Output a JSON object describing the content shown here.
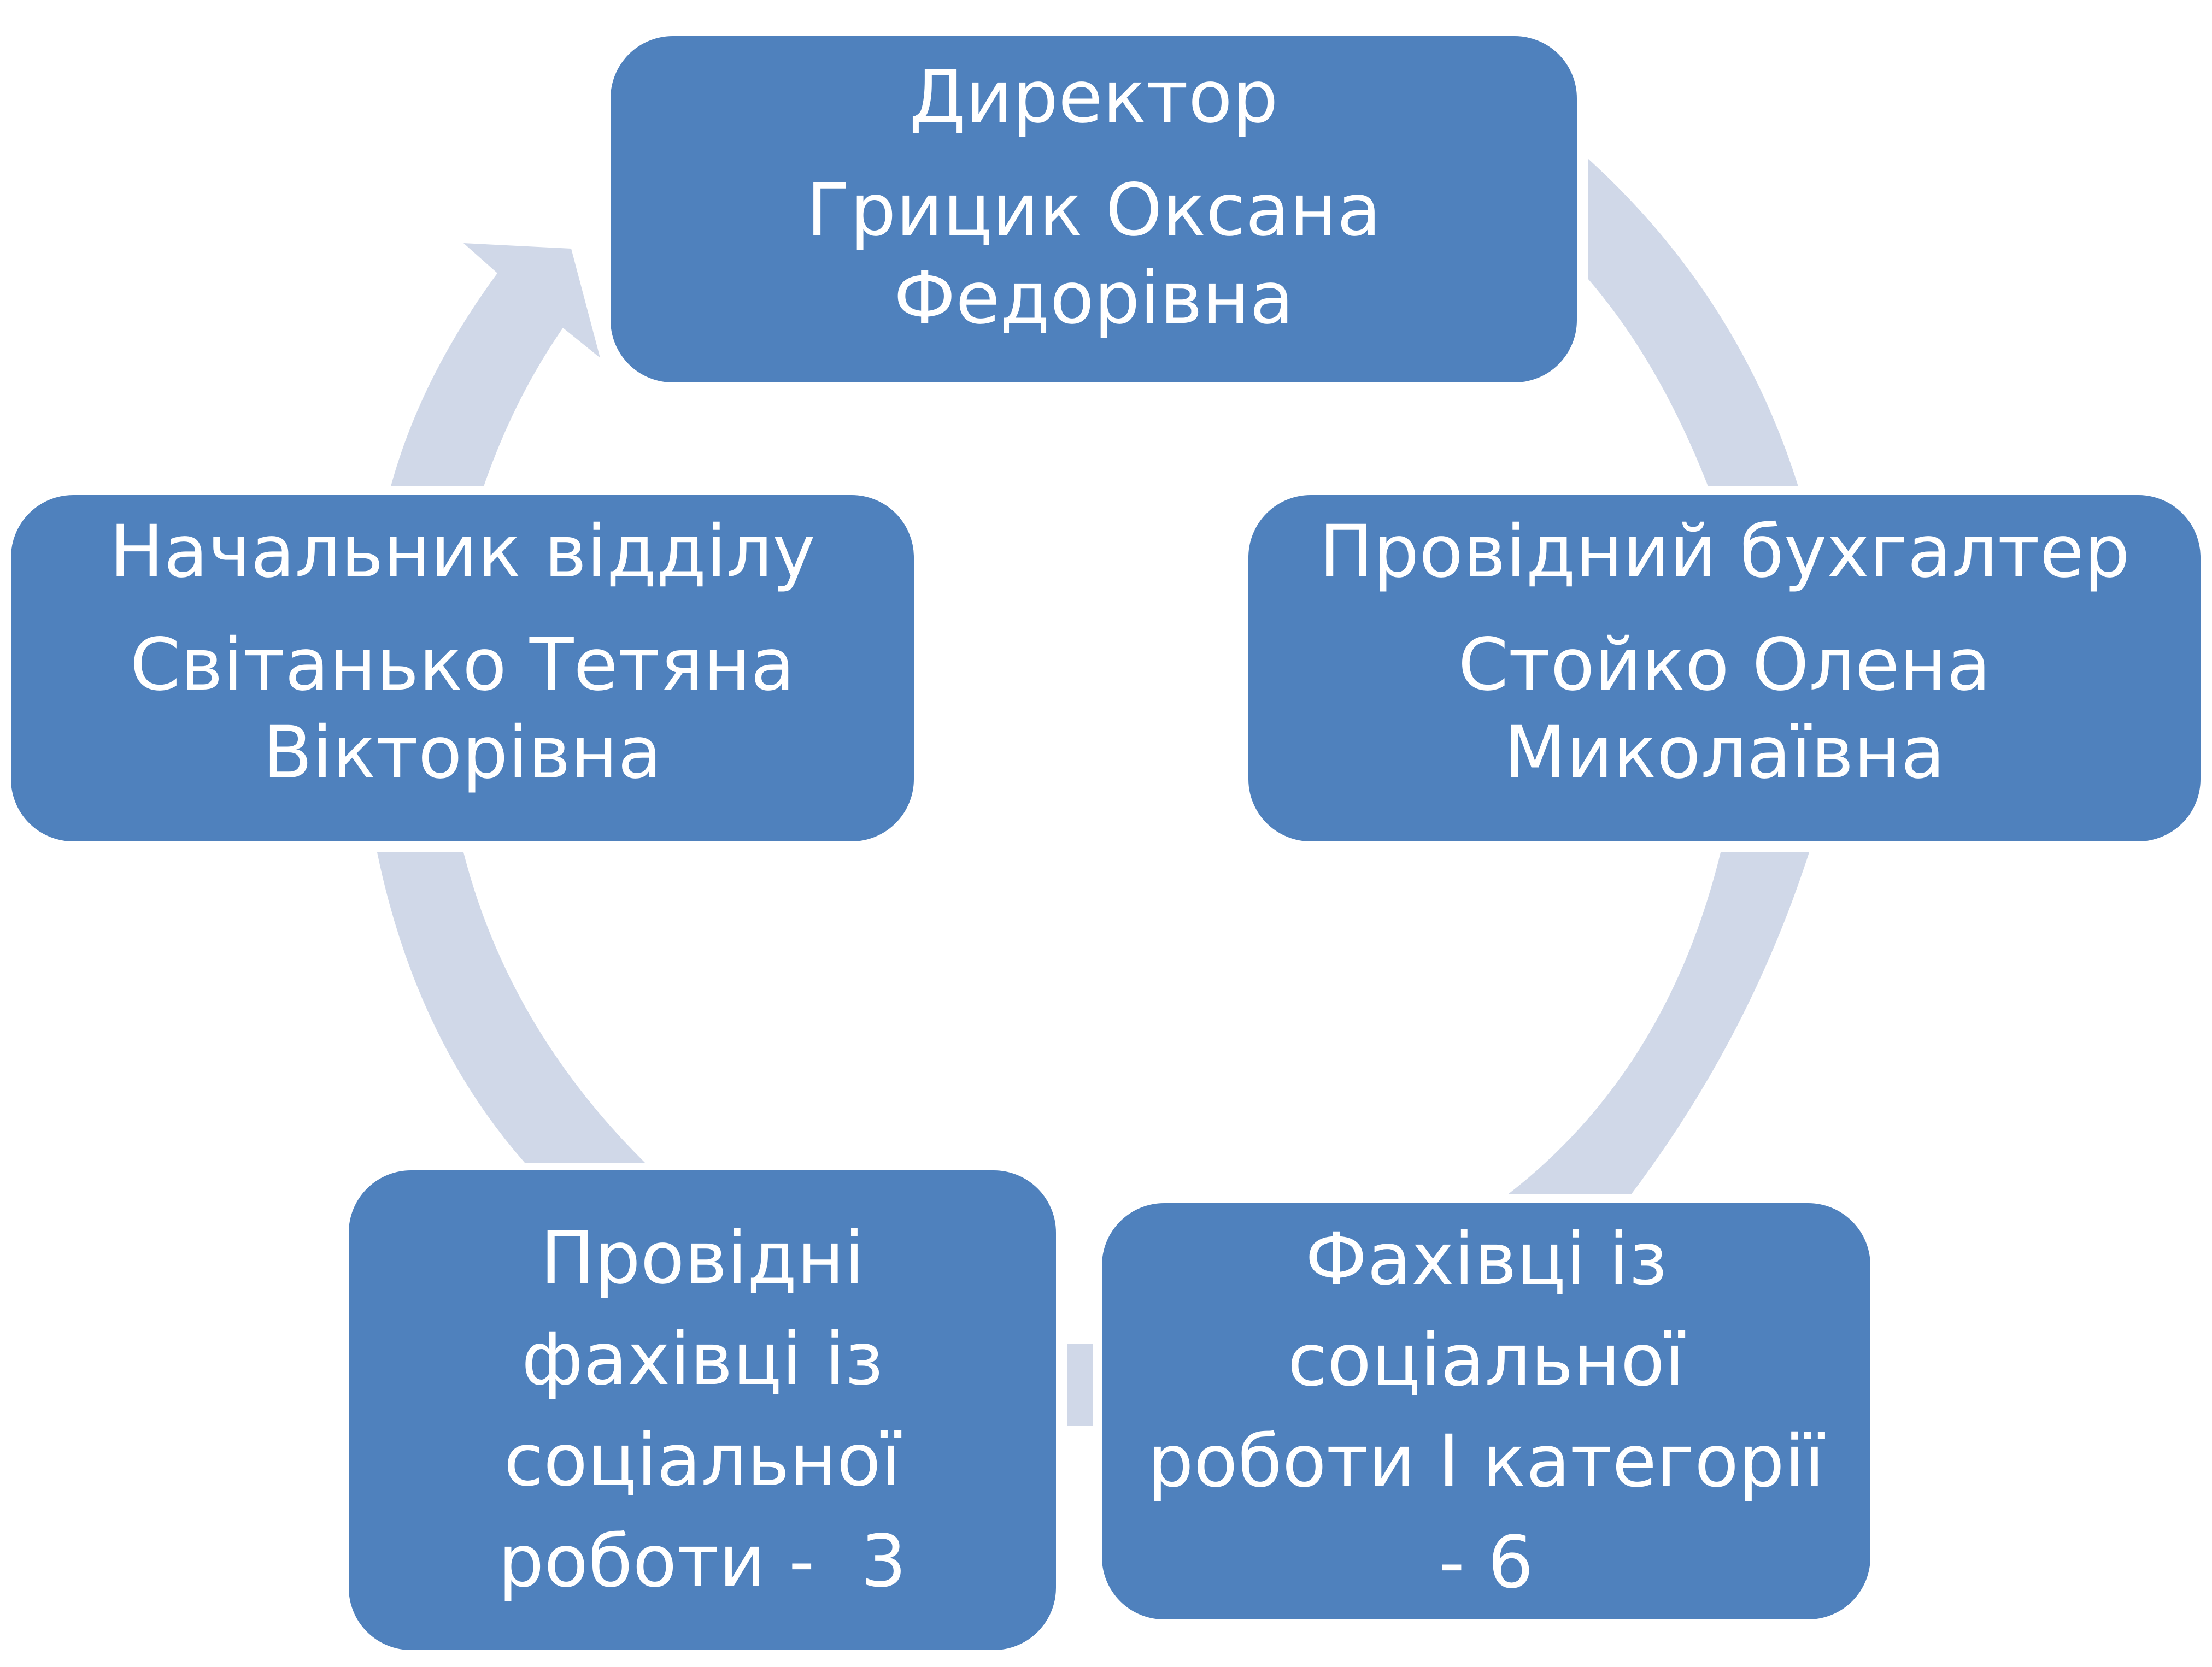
{
  "colors": {
    "box_fill": "#4f81bd",
    "box_text": "#ffffff",
    "arrow": "#d0d8e8",
    "background": "#ffffff"
  },
  "nodes": {
    "director": {
      "role": "Директор",
      "name_line1": "Грицик Оксана",
      "name_line2": "Федорівна"
    },
    "accountant": {
      "role": "Провідний бухгалтер",
      "name_line1": "Стойко Олена",
      "name_line2": "Миколаївна"
    },
    "specialists": {
      "line1": "Фахівці із",
      "line2": "соціальної",
      "line3": "роботи І категорії",
      "line4": "- 6"
    },
    "lead_specialists": {
      "line1": "Провідні",
      "line2": "фахівці із",
      "line3": "соціальної",
      "line4": "роботи -  3"
    },
    "head": {
      "role": "Начальник відділу",
      "name_line1": "Світанько Тетяна",
      "name_line2": "Вікторівна"
    }
  },
  "cycle_order": [
    "director",
    "accountant",
    "specialists",
    "lead_specialists",
    "head"
  ]
}
